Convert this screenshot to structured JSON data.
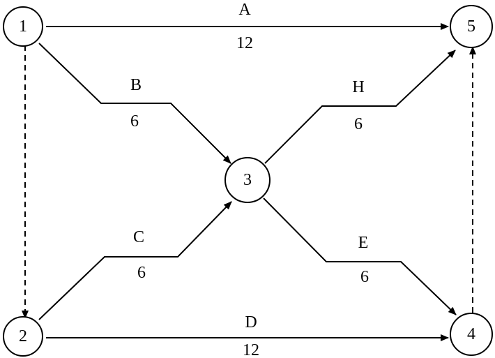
{
  "diagram": {
    "nodes": [
      {
        "id": "1",
        "label": "1"
      },
      {
        "id": "2",
        "label": "2"
      },
      {
        "id": "3",
        "label": "3"
      },
      {
        "id": "4",
        "label": "4"
      },
      {
        "id": "5",
        "label": "5"
      }
    ],
    "edges": [
      {
        "from": "1",
        "to": "5",
        "name": "A",
        "duration": "12",
        "style": "solid"
      },
      {
        "from": "1",
        "to": "3",
        "name": "B",
        "duration": "6",
        "style": "solid"
      },
      {
        "from": "2",
        "to": "3",
        "name": "C",
        "duration": "6",
        "style": "solid"
      },
      {
        "from": "2",
        "to": "4",
        "name": "D",
        "duration": "12",
        "style": "solid"
      },
      {
        "from": "3",
        "to": "4",
        "name": "E",
        "duration": "6",
        "style": "solid"
      },
      {
        "from": "3",
        "to": "5",
        "name": "H",
        "duration": "6",
        "style": "solid"
      },
      {
        "from": "1",
        "to": "2",
        "name": "",
        "duration": "",
        "style": "dashed"
      },
      {
        "from": "4",
        "to": "5",
        "name": "",
        "duration": "",
        "style": "dashed"
      }
    ],
    "colors": {
      "stroke": "#000000",
      "background": "#ffffff"
    }
  }
}
